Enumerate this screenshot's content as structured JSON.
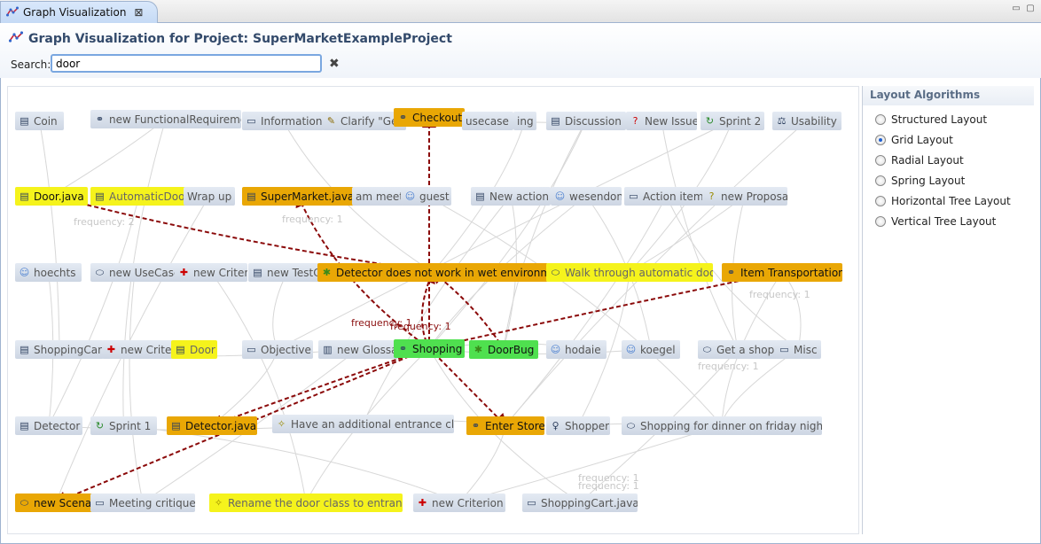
{
  "tab": {
    "title": "Graph Visualization",
    "close_glyph": "⊠"
  },
  "header": {
    "title": "Graph Visualization for Project: SuperMarketExampleProject",
    "search_label": "Search:",
    "search_value": "door"
  },
  "sidebar": {
    "title": "Layout Algorithms",
    "options": [
      {
        "label": "Structured Layout",
        "selected": false
      },
      {
        "label": "Grid Layout",
        "selected": true
      },
      {
        "label": "Radial Layout",
        "selected": false
      },
      {
        "label": "Spring Layout",
        "selected": false
      },
      {
        "label": "Horizontal Tree Layout",
        "selected": false
      },
      {
        "label": "Vertical Tree Layout",
        "selected": false
      }
    ]
  },
  "graph": {
    "nodes": [
      {
        "id": "coin",
        "label": "Coin",
        "style": "gray",
        "icon": "class-icon",
        "glyph": "▤"
      },
      {
        "id": "newfr",
        "label": "new FunctionalRequirement",
        "style": "gray",
        "icon": "requirement-icon",
        "glyph": "⚭"
      },
      {
        "id": "info",
        "label": "Information",
        "style": "gray",
        "icon": "document-icon",
        "glyph": "▭"
      },
      {
        "id": "clarify",
        "label": "Clarify \"Get",
        "style": "gray",
        "icon": "note-icon",
        "glyph": "✎"
      },
      {
        "id": "checkout",
        "label": "Checkout",
        "style": "orange",
        "icon": "requirement-icon",
        "glyph": "⚭"
      },
      {
        "id": "usecase",
        "label": "usecase",
        "style": "gray",
        "icon": "none",
        "glyph": ""
      },
      {
        "id": "ung",
        "label": "ing",
        "style": "gray",
        "icon": "none",
        "glyph": ""
      },
      {
        "id": "discussion",
        "label": "Discussion",
        "style": "gray",
        "icon": "discussion-icon",
        "glyph": "▤"
      },
      {
        "id": "newissue",
        "label": "New Issue",
        "style": "gray",
        "icon": "issue-icon",
        "glyph": "?"
      },
      {
        "id": "sprint2",
        "label": "Sprint 2",
        "style": "gray",
        "icon": "sprint-icon",
        "glyph": "↻"
      },
      {
        "id": "usability",
        "label": "Usability",
        "style": "gray",
        "icon": "quality-icon",
        "glyph": "⚖"
      },
      {
        "id": "doorjava",
        "label": "Door.java",
        "style": "yellow-dark",
        "icon": "file-icon",
        "glyph": "▤"
      },
      {
        "id": "autodoor",
        "label": "AutomaticDoor",
        "style": "yellow",
        "icon": "class-icon",
        "glyph": "▤"
      },
      {
        "id": "wrapup",
        "label": "Wrap up",
        "style": "gray",
        "icon": "none",
        "glyph": ""
      },
      {
        "id": "supermarketjava",
        "label": "SuperMarket.java",
        "style": "orange",
        "icon": "file-icon",
        "glyph": "▤"
      },
      {
        "id": "teammeeting",
        "label": "am meeti",
        "style": "gray",
        "icon": "none",
        "glyph": ""
      },
      {
        "id": "guest",
        "label": "guest",
        "style": "gray",
        "icon": "user-icon",
        "glyph": "☺"
      },
      {
        "id": "newaction",
        "label": "New action",
        "style": "gray",
        "icon": "action-icon",
        "glyph": "▤"
      },
      {
        "id": "wesendon",
        "label": "wesendon",
        "style": "gray",
        "icon": "user-icon",
        "glyph": "☺"
      },
      {
        "id": "actionitems",
        "label": "Action items",
        "style": "gray",
        "icon": "document-icon",
        "glyph": "▭"
      },
      {
        "id": "newproposal",
        "label": "new Proposal",
        "style": "gray",
        "icon": "proposal-icon",
        "glyph": "?"
      },
      {
        "id": "hoechts",
        "label": "hoechts",
        "style": "gray",
        "icon": "user-icon",
        "glyph": "☺"
      },
      {
        "id": "newusecase",
        "label": "new UseCase",
        "style": "gray",
        "icon": "usecase-icon",
        "glyph": "⬭"
      },
      {
        "id": "newcriterion1",
        "label": "new Criteric",
        "style": "gray",
        "icon": "criterion-icon",
        "glyph": "✚"
      },
      {
        "id": "newtestcase",
        "label": "new TestCa",
        "style": "gray",
        "icon": "testcase-icon",
        "glyph": "▤"
      },
      {
        "id": "detector_wet",
        "label": "Detector does not work in wet environment",
        "style": "orange",
        "icon": "bug-icon",
        "glyph": "✱"
      },
      {
        "id": "walkthrough",
        "label": "Walk through automatic door",
        "style": "yellow",
        "icon": "usecase-icon",
        "glyph": "⬭"
      },
      {
        "id": "itemtransport",
        "label": "Item Transportation",
        "style": "orange",
        "icon": "requirement-icon",
        "glyph": "⚭"
      },
      {
        "id": "shoppingcart",
        "label": "ShoppingCart",
        "style": "gray",
        "icon": "class-icon",
        "glyph": "▤"
      },
      {
        "id": "newcriterion2",
        "label": "new Criteric",
        "style": "gray",
        "icon": "criterion-icon",
        "glyph": "✚"
      },
      {
        "id": "door",
        "label": "Door",
        "style": "yellow",
        "icon": "class-icon",
        "glyph": "▤"
      },
      {
        "id": "objective",
        "label": "Objective",
        "style": "gray",
        "icon": "document-icon",
        "glyph": "▭"
      },
      {
        "id": "newglossary",
        "label": "new Glossa",
        "style": "gray",
        "icon": "glossary-icon",
        "glyph": "▥"
      },
      {
        "id": "shopping",
        "label": "Shopping",
        "style": "green",
        "icon": "requirement-icon",
        "glyph": "⚭"
      },
      {
        "id": "doorbug",
        "label": "DoorBug",
        "style": "green",
        "icon": "bug-icon",
        "glyph": "✱"
      },
      {
        "id": "hodaie",
        "label": "hodaie",
        "style": "gray",
        "icon": "user-icon",
        "glyph": "☺"
      },
      {
        "id": "koegel",
        "label": "koegel",
        "style": "gray",
        "icon": "user-icon",
        "glyph": "☺"
      },
      {
        "id": "getashop",
        "label": "Get a shopp",
        "style": "gray",
        "icon": "usecase-icon",
        "glyph": "⬭"
      },
      {
        "id": "misc",
        "label": "Misc",
        "style": "gray",
        "icon": "document-icon",
        "glyph": "▭"
      },
      {
        "id": "detector",
        "label": "Detector",
        "style": "gray",
        "icon": "class-icon",
        "glyph": "▤"
      },
      {
        "id": "sprint1",
        "label": "Sprint 1",
        "style": "gray",
        "icon": "sprint-icon",
        "glyph": "↻"
      },
      {
        "id": "detectorjava",
        "label": "Detector.java",
        "style": "orange",
        "icon": "file-icon",
        "glyph": "▤"
      },
      {
        "id": "additional",
        "label": "Have an additional entrance class",
        "style": "gray",
        "icon": "proposal-icon",
        "glyph": "✧"
      },
      {
        "id": "enterstore",
        "label": "Enter Store",
        "style": "orange",
        "icon": "requirement-icon",
        "glyph": "⚭"
      },
      {
        "id": "shopper",
        "label": "Shopper",
        "style": "gray",
        "icon": "actor-icon",
        "glyph": "♀"
      },
      {
        "id": "shoppingfriday",
        "label": "Shopping for dinner on friday night",
        "style": "gray",
        "icon": "scenario-icon",
        "glyph": "⬭"
      },
      {
        "id": "newscenario",
        "label": "new Scenar",
        "style": "orange",
        "icon": "scenario-icon",
        "glyph": "⬭"
      },
      {
        "id": "meetingcritique",
        "label": "Meeting critique",
        "style": "gray",
        "icon": "document-icon",
        "glyph": "▭"
      },
      {
        "id": "rename",
        "label": "Rename the door class to entrance",
        "style": "yellow",
        "icon": "proposal-icon",
        "glyph": "✧"
      },
      {
        "id": "newcriterion3",
        "label": "new Criterion",
        "style": "gray",
        "icon": "criterion-icon",
        "glyph": "✚"
      },
      {
        "id": "shoppingcartjava",
        "label": "ShoppingCart.java",
        "style": "gray",
        "icon": "file-icon",
        "glyph": "▭"
      }
    ],
    "frequency_labels": [
      {
        "text": "frequency: 2",
        "dark": false
      },
      {
        "text": "frequency: 1",
        "dark": false
      },
      {
        "text": "frequency: 1",
        "dark": true
      },
      {
        "text": "frequency: 1",
        "dark": true
      },
      {
        "text": "frequency: 1",
        "dark": false
      },
      {
        "text": "frequency: 1",
        "dark": false
      },
      {
        "text": "frequency: 1",
        "dark": false
      },
      {
        "text": "frequency: 1",
        "dark": false
      }
    ]
  }
}
